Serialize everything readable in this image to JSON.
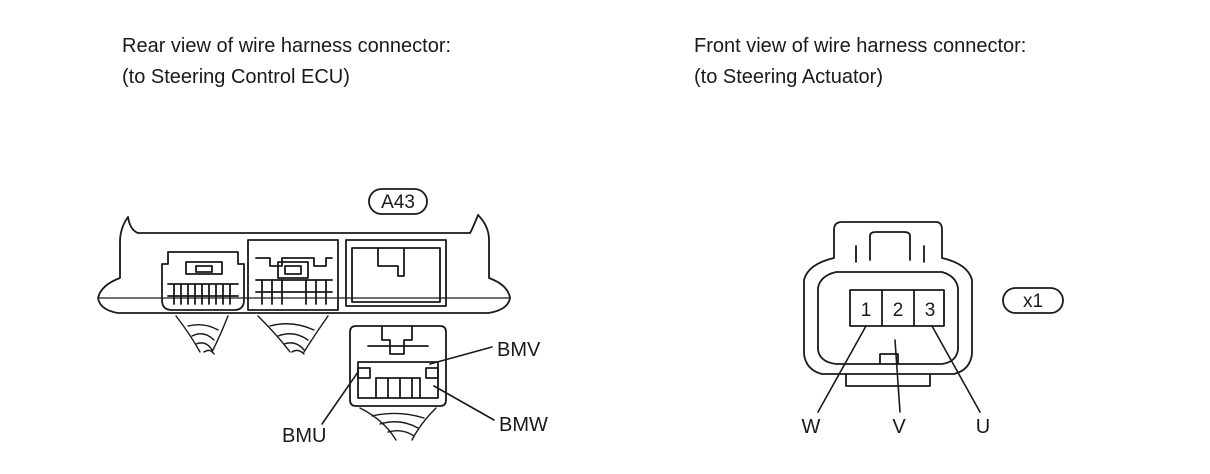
{
  "left_view": {
    "caption_line1": "Rear view of wire harness connector:",
    "caption_line2": "(to Steering Control ECU)",
    "connector_code": "A43",
    "terminals": {
      "bmv": "BMV",
      "bmu": "BMU",
      "bmw": "BMW"
    }
  },
  "right_view": {
    "caption_line1": "Front view of wire harness connector:",
    "caption_line2": "(to Steering Actuator)",
    "connector_code": "x1",
    "pins": [
      "1",
      "2",
      "3"
    ],
    "wires": [
      "W",
      "V",
      "U"
    ]
  }
}
